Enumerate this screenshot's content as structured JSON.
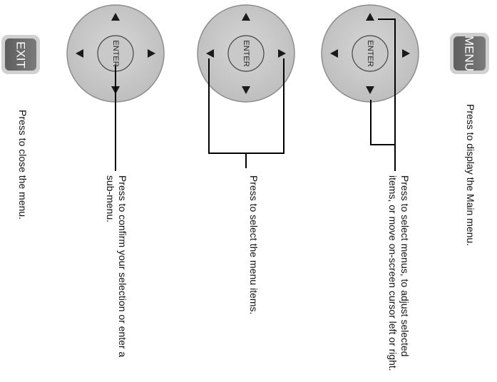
{
  "exit_button": {
    "label": "EXIT"
  },
  "menu_button": {
    "label": "MENU"
  },
  "dpad_label": "ENTER",
  "captions": {
    "exit": "Press to close the menu.",
    "enter_line1": "Press to confirm your selection or enter a",
    "enter_line2": "sub-menu.",
    "left_right": "Press to select the menu items.",
    "up_down_line1": "Press to select menus, to adjust selected",
    "up_down_line2": "items, or move on-screen cursor left or right.",
    "menu": "Press to display the Main menu."
  },
  "colors": {
    "button_fill": "#6e6e6e",
    "button_border": "#c8c8c8",
    "dpad_fill": "#c9c9c9",
    "dpad_border": "#8c8c8c",
    "arrow": "#1a1a1a",
    "leader": "#000000"
  }
}
